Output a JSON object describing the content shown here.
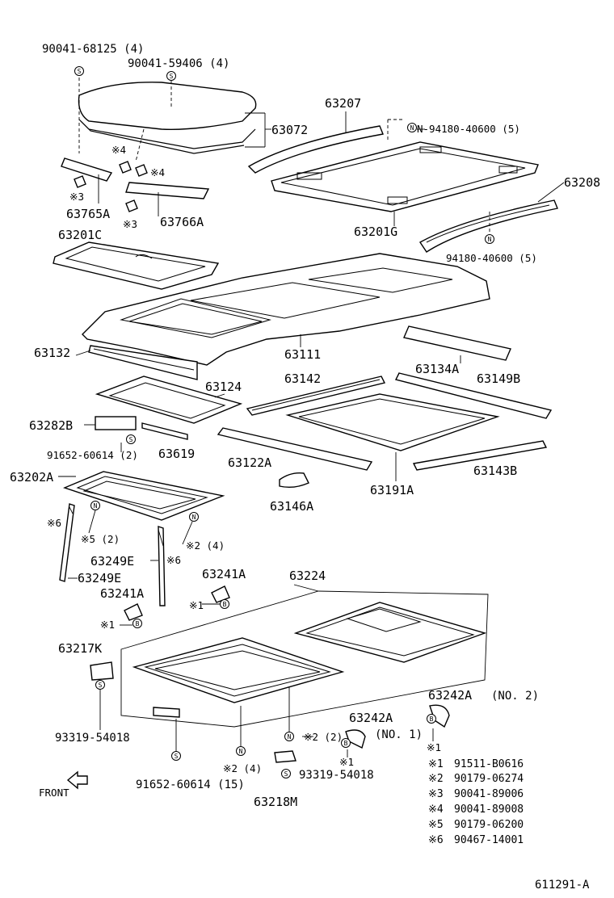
{
  "diagram": {
    "labels": {
      "p1": "90041-68125 (4)",
      "p2": "90041-59406 (4)",
      "p3": "63072",
      "p4": "63207",
      "p5": "N-94180-40600 (5)",
      "p6": "63208",
      "p7": "63201G",
      "p8": "94180-40600 (5)",
      "p9": "63765A",
      "p10": "63766A",
      "p11": "63201C",
      "p12": "63132",
      "p13": "63111",
      "p14": "63124",
      "p15": "63142",
      "p16": "63134A",
      "p17": "63149B",
      "p18": "63282B",
      "p19": "91652-60614 (2)",
      "p20": "63619",
      "p21": "63122A",
      "p22": "63191A",
      "p23": "63143B",
      "p24": "63202A",
      "p25": "63146A",
      "p26": "※6",
      "p27": "※5 (2)",
      "p28": "※2 (4)",
      "p29": "63249E",
      "p30": "※6",
      "p31": "63249E",
      "p32": "63241A",
      "p33": "63224",
      "p34": "63241A",
      "p35": "※1",
      "p36": "※1",
      "p37": "63217K",
      "p38": "63242A",
      "p39": "(NO. 2)",
      "p40": "63242A",
      "p41": "(NO. 1)",
      "p42": "※1",
      "p43": "※1",
      "p44": "93319-54018",
      "p45": "※2 (2)",
      "p46": "※2 (4)",
      "p47": "93319-54018",
      "p48": "91652-60614 (15)",
      "p49": "63218M",
      "p50": "FRONT",
      "p51": "611291-A",
      "p52": "※4",
      "p53": "※4",
      "p54": "※3",
      "p55": "※3"
    },
    "legend": [
      {
        "mark": "※1",
        "part": "91511-B0616"
      },
      {
        "mark": "※2",
        "part": "90179-06274"
      },
      {
        "mark": "※3",
        "part": "90041-89006"
      },
      {
        "mark": "※4",
        "part": "90041-89008"
      },
      {
        "mark": "※5",
        "part": "90179-06200"
      },
      {
        "mark": "※6",
        "part": "90467-14001"
      }
    ],
    "markers": {
      "S": "S",
      "N": "N",
      "B": "B"
    }
  }
}
